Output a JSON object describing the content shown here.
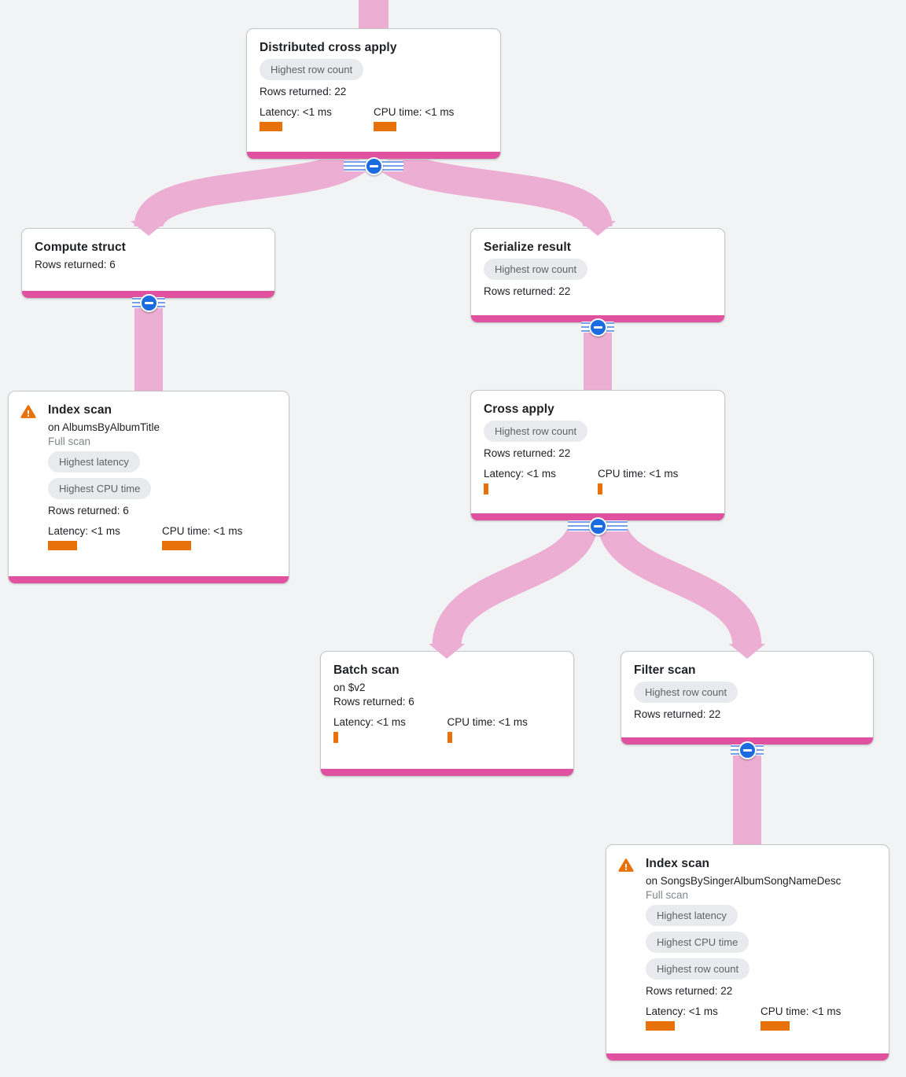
{
  "colors": {
    "background": "#f1f3f4",
    "node_accent": "#e0519f",
    "edge_ribbon": "#ecaed2",
    "badge_bg": "#e9eaed",
    "badge_text": "#5f6368",
    "metric_bar": "#e8710a",
    "warning": "#e8710a",
    "collapse_blue": "#1b6ce0",
    "card_border": "#c4c7c5"
  },
  "nodes": [
    {
      "title": "Distributed cross apply",
      "badges": [
        "Highest row count"
      ],
      "rows": "Rows returned: 22",
      "latency": "Latency: <1 ms",
      "cpu": "CPU time: <1 ms"
    },
    {
      "title": "Compute struct",
      "rows": "Rows returned: 6"
    },
    {
      "title": "Serialize result",
      "badges": [
        "Highest row count"
      ],
      "rows": "Rows returned: 22"
    },
    {
      "title": "Index scan",
      "subtitle": "on AlbumsByAlbumTitle",
      "scan_type": "Full scan",
      "badges": [
        "Highest latency",
        "Highest CPU time"
      ],
      "rows": "Rows returned: 6",
      "latency": "Latency: <1 ms",
      "cpu": "CPU time: <1 ms"
    },
    {
      "title": "Cross apply",
      "badges": [
        "Highest row count"
      ],
      "rows": "Rows returned: 22",
      "latency": "Latency: <1 ms",
      "cpu": "CPU time: <1 ms"
    },
    {
      "title": "Batch scan",
      "subtitle": "on $v2",
      "rows": "Rows returned: 6",
      "latency": "Latency: <1 ms",
      "cpu": "CPU time: <1 ms"
    },
    {
      "title": "Filter scan",
      "badges": [
        "Highest row count"
      ],
      "rows": "Rows returned: 22"
    },
    {
      "title": "Index scan",
      "subtitle": "on SongsBySingerAlbumSongNameDesc",
      "scan_type": "Full scan",
      "badges": [
        "Highest latency",
        "Highest CPU time",
        "Highest row count"
      ],
      "rows": "Rows returned: 22",
      "latency": "Latency: <1 ms",
      "cpu": "CPU time: <1 ms"
    }
  ],
  "edges": [
    {
      "from": "Distributed cross apply",
      "to": "Compute struct"
    },
    {
      "from": "Distributed cross apply",
      "to": "Serialize result"
    },
    {
      "from": "Compute struct",
      "to": "Index scan (AlbumsByAlbumTitle)"
    },
    {
      "from": "Serialize result",
      "to": "Cross apply"
    },
    {
      "from": "Cross apply",
      "to": "Batch scan"
    },
    {
      "from": "Cross apply",
      "to": "Filter scan"
    },
    {
      "from": "Filter scan",
      "to": "Index scan (SongsBySingerAlbumSongNameDesc)"
    }
  ]
}
